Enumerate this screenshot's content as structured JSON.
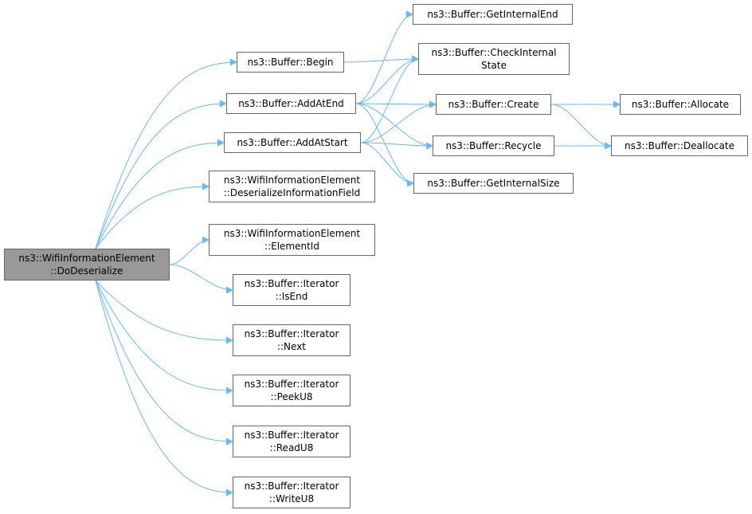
{
  "colors": {
    "edge": "#63b8ff",
    "node_border": "#666666",
    "root_fill": "#999999",
    "node_fill": "#ffffff"
  },
  "nodes": {
    "root": [
      "ns3::WifiInformationElement",
      "::DoDeserialize"
    ],
    "begin": [
      "ns3::Buffer::Begin"
    ],
    "add_at_end": [
      "ns3::Buffer::AddAtEnd"
    ],
    "add_at_start": [
      "ns3::Buffer::AddAtStart"
    ],
    "deserialize_info_field": [
      "ns3::WifiInformationElement",
      "::DeserializeInformationField"
    ],
    "element_id": [
      "ns3::WifiInformationElement",
      "::ElementId"
    ],
    "is_end": [
      "ns3::Buffer::Iterator",
      "::IsEnd"
    ],
    "next": [
      "ns3::Buffer::Iterator",
      "::Next"
    ],
    "peek_u8": [
      "ns3::Buffer::Iterator",
      "::PeekU8"
    ],
    "read_u8": [
      "ns3::Buffer::Iterator",
      "::ReadU8"
    ],
    "write_u8": [
      "ns3::Buffer::Iterator",
      "::WriteU8"
    ],
    "get_internal_end": [
      "ns3::Buffer::GetInternalEnd"
    ],
    "check_internal_state": [
      "ns3::Buffer::CheckInternal",
      "State"
    ],
    "create": [
      "ns3::Buffer::Create"
    ],
    "recycle": [
      "ns3::Buffer::Recycle"
    ],
    "get_internal_size": [
      "ns3::Buffer::GetInternalSize"
    ],
    "allocate": [
      "ns3::Buffer::Allocate"
    ],
    "deallocate": [
      "ns3::Buffer::Deallocate"
    ]
  },
  "edges": [
    [
      "root",
      "begin"
    ],
    [
      "root",
      "add_at_end"
    ],
    [
      "root",
      "add_at_start"
    ],
    [
      "root",
      "deserialize_info_field"
    ],
    [
      "root",
      "element_id"
    ],
    [
      "root",
      "is_end"
    ],
    [
      "root",
      "next"
    ],
    [
      "root",
      "peek_u8"
    ],
    [
      "root",
      "read_u8"
    ],
    [
      "root",
      "write_u8"
    ],
    [
      "begin",
      "check_internal_state"
    ],
    [
      "add_at_end",
      "get_internal_end"
    ],
    [
      "add_at_end",
      "check_internal_state"
    ],
    [
      "add_at_end",
      "create"
    ],
    [
      "add_at_end",
      "recycle"
    ],
    [
      "add_at_end",
      "get_internal_size"
    ],
    [
      "add_at_start",
      "check_internal_state"
    ],
    [
      "add_at_start",
      "create"
    ],
    [
      "add_at_start",
      "recycle"
    ],
    [
      "add_at_start",
      "get_internal_size"
    ],
    [
      "create",
      "allocate"
    ],
    [
      "create",
      "deallocate"
    ],
    [
      "recycle",
      "deallocate"
    ]
  ]
}
